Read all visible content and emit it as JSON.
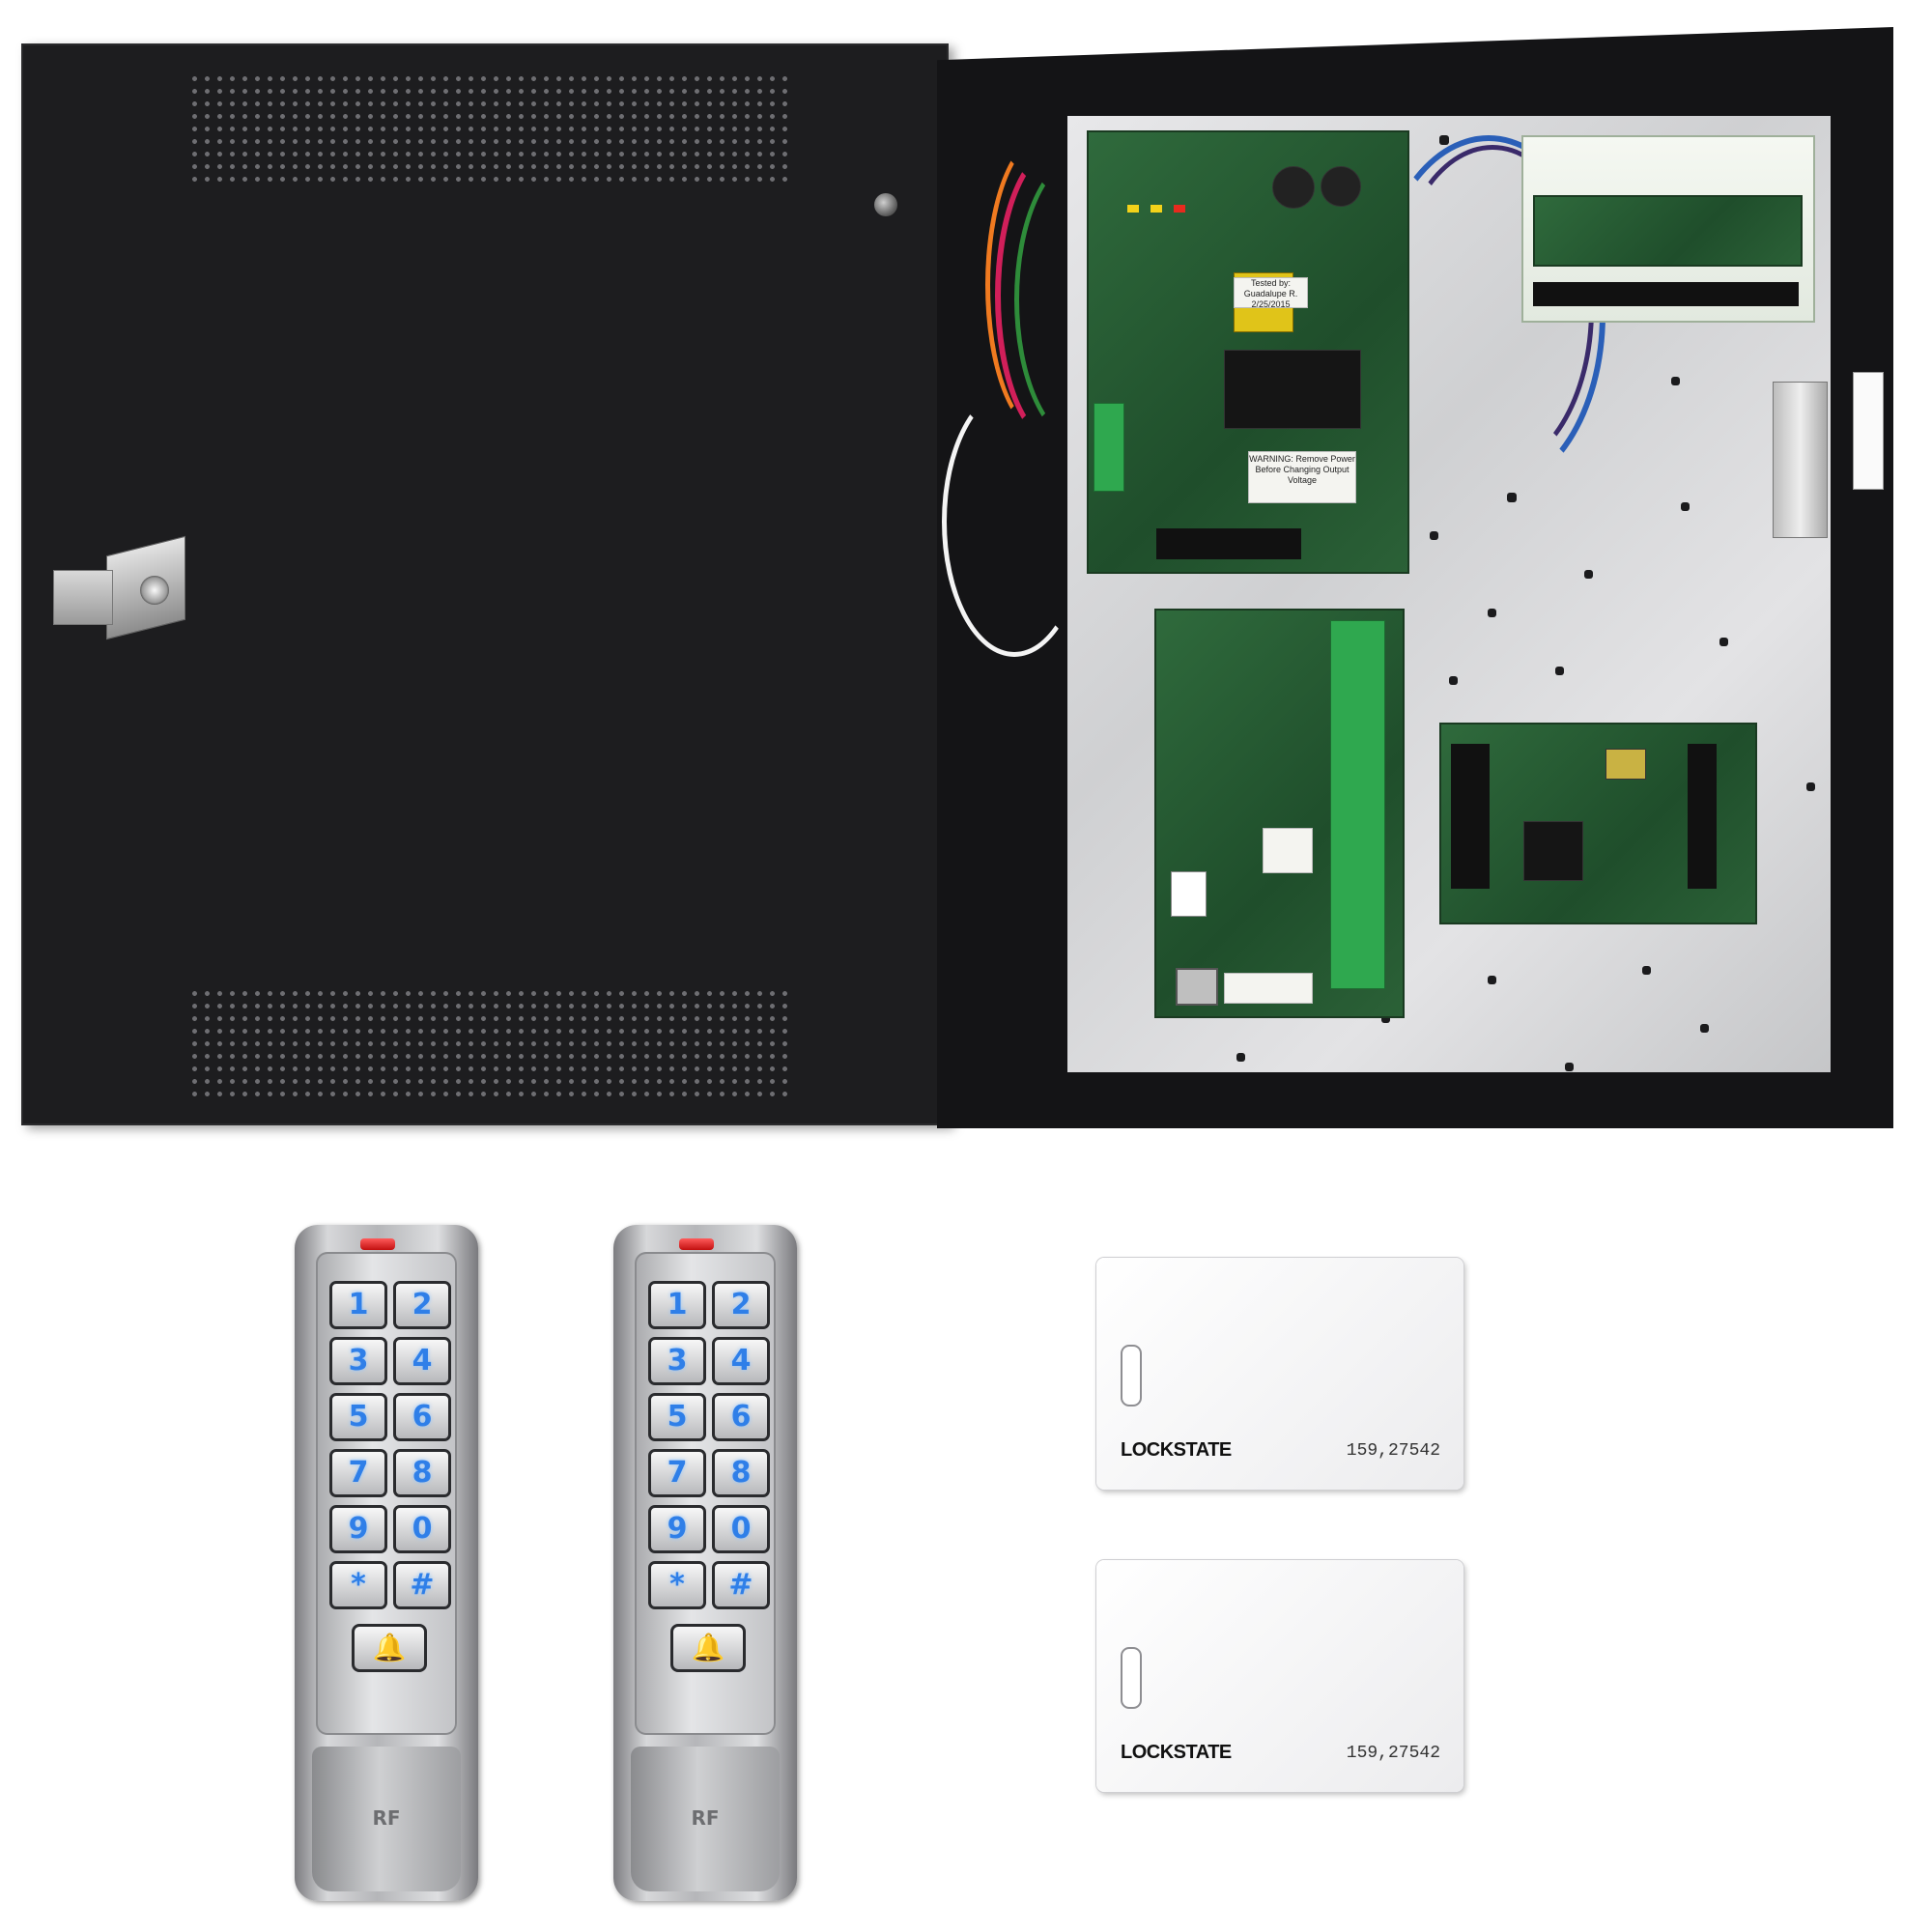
{
  "keypads": [
    {
      "keys": [
        "1",
        "2",
        "3",
        "4",
        "5",
        "6",
        "7",
        "8",
        "9",
        "0",
        "*",
        "#"
      ],
      "bell_glyph": "🔔",
      "rf_label": "RF"
    },
    {
      "keys": [
        "1",
        "2",
        "3",
        "4",
        "5",
        "6",
        "7",
        "8",
        "9",
        "0",
        "*",
        "#"
      ],
      "bell_glyph": "🔔",
      "rf_label": "RF"
    }
  ],
  "cards": [
    {
      "brand": "LOCKSTATE",
      "number": "159,27542"
    },
    {
      "brand": "LOCKSTATE",
      "number": "159,27542"
    }
  ],
  "board_labels": {
    "psu_warning": "WARNING: Remove Power Before Changing Output Voltage",
    "psu_tested": "Tested by: Guadalupe R. 2/25/2015"
  },
  "colors": {
    "enclosure": "#1d1d1f",
    "key_glyph": "#2f7fe8",
    "keypad_led": "#e02020"
  }
}
